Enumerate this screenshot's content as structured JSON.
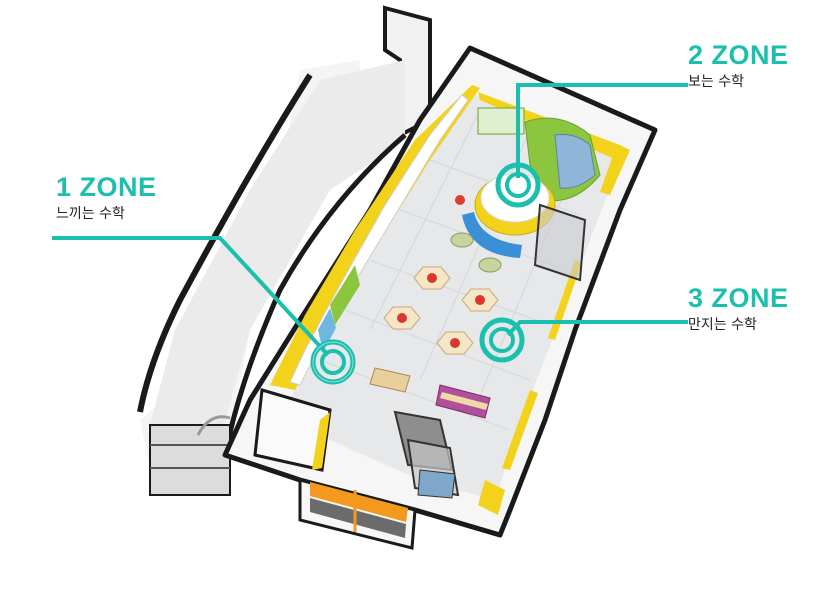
{
  "colors": {
    "accent": "#1bbfae",
    "wall": "#ffffff",
    "wall_edge": "#1a1a1a",
    "floor": "#e6e8ea",
    "trim_yellow": "#f3d21b",
    "trim_green": "#8cc63f",
    "trim_orange": "#f39a1e"
  },
  "zones": [
    {
      "title": "1 ZONE",
      "subtitle": "느끼는 수학"
    },
    {
      "title": "2 ZONE",
      "subtitle": "보는 수학"
    },
    {
      "title": "3 ZONE",
      "subtitle": "만지는 수학"
    }
  ]
}
